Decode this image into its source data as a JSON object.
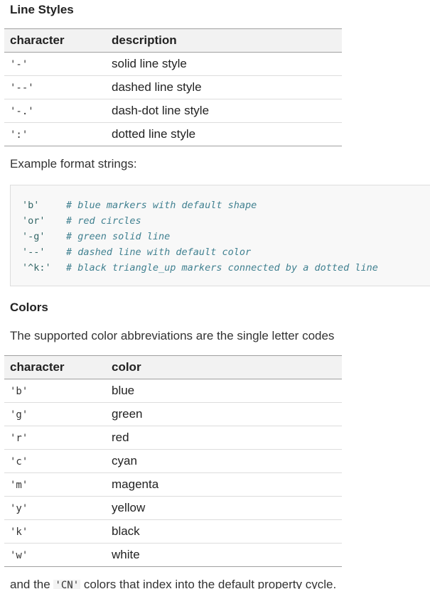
{
  "line_styles": {
    "title": "Line Styles",
    "headers": [
      "character",
      "description"
    ],
    "rows": [
      {
        "char": "'-'",
        "desc": "solid line style"
      },
      {
        "char": "'--'",
        "desc": "dashed line style"
      },
      {
        "char": "'-.'",
        "desc": "dash-dot line style"
      },
      {
        "char": "':'",
        "desc": "dotted line style"
      }
    ]
  },
  "example": {
    "intro": "Example format strings:",
    "lines": [
      {
        "code": "'b'",
        "comment": "# blue markers with default shape"
      },
      {
        "code": "'or'",
        "comment": "# red circles"
      },
      {
        "code": "'-g'",
        "comment": "# green solid line"
      },
      {
        "code": "'--'",
        "comment": "# dashed line with default color"
      },
      {
        "code": "'^k:'",
        "comment": "# black triangle_up markers connected by a dotted line"
      }
    ]
  },
  "colors": {
    "title": "Colors",
    "intro": "The supported color abbreviations are the single letter codes",
    "headers": [
      "character",
      "color"
    ],
    "rows": [
      {
        "char": "'b'",
        "color": "blue"
      },
      {
        "char": "'g'",
        "color": "green"
      },
      {
        "char": "'r'",
        "color": "red"
      },
      {
        "char": "'c'",
        "color": "cyan"
      },
      {
        "char": "'m'",
        "color": "magenta"
      },
      {
        "char": "'y'",
        "color": "yellow"
      },
      {
        "char": "'k'",
        "color": "black"
      },
      {
        "char": "'w'",
        "color": "white"
      }
    ]
  },
  "footer": {
    "before": "and the ",
    "code": "'CN'",
    "after": " colors that index into the default property cycle."
  }
}
